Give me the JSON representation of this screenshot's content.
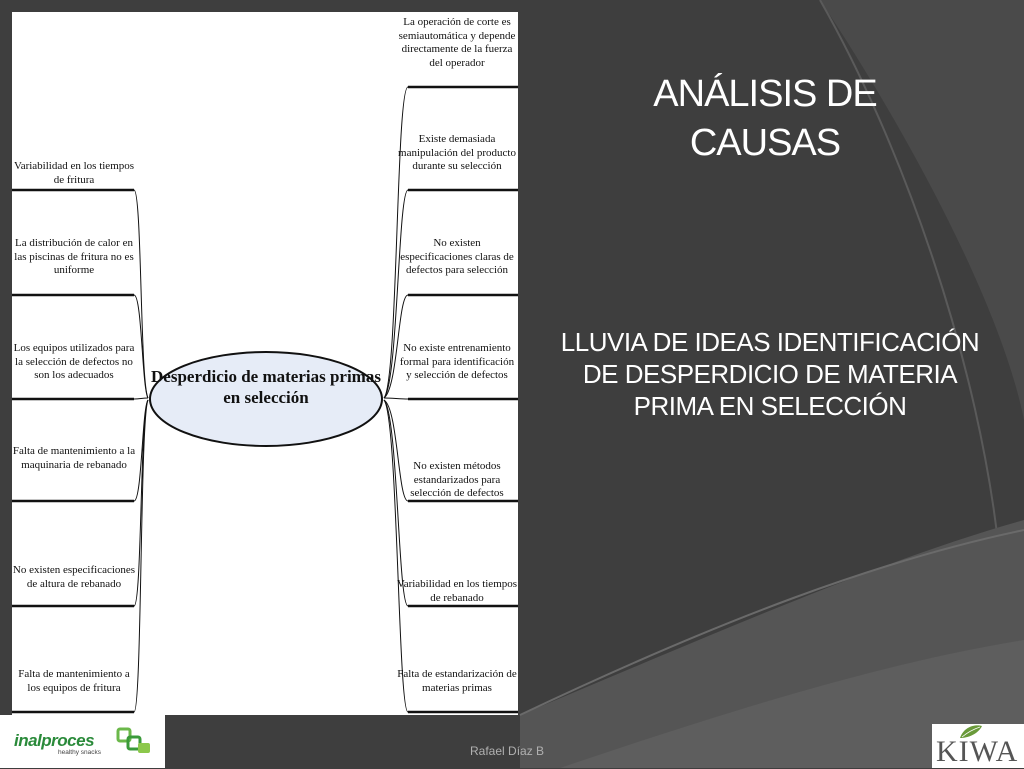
{
  "diagram": {
    "center": "Desperdicio de materias primas en selección",
    "left_causes": [
      "Variabilidad en los tiempos de fritura",
      "La distribución de calor en las piscinas de fritura no es uniforme",
      "Los equipos utilizados para la selección de defectos no son los adecuados",
      "Falta de mantenimiento a la maquinaria de rebanado",
      "No existen especificaciones de altura de rebanado",
      "Falta de mantenimiento a los equipos de fritura"
    ],
    "right_causes": [
      "La operación de corte es semiautomática y depende directamente de la fuerza del operador",
      "Existe demasiada manipulación del producto durante su selección",
      "No existen especificaciones claras de defectos para selección",
      "No existe entrenamiento formal para identificación y selección de defectos",
      "No existen métodos estandarizados para selección de defectos",
      "Variabilidad en los tiempos de rebanado",
      "Falta de estandarización de materias primas"
    ]
  },
  "slide": {
    "title": "ANÁLISIS DE CAUSAS",
    "subtitle": "LLUVIA DE IDEAS IDENTIFICACIÓN DE DESPERDICIO DE MATERIA PRIMA EN SELECCIÓN",
    "author": "Rafael Díaz B"
  },
  "logos": {
    "left_brand": "inalproces",
    "left_tagline": "healthy snacks",
    "right_brand": "KIWA"
  },
  "colors": {
    "background": "#3e3e3e",
    "panel": "#ffffff",
    "ellipse_fill": "#e6ecf7",
    "logo_green": "#2a8a3a"
  }
}
